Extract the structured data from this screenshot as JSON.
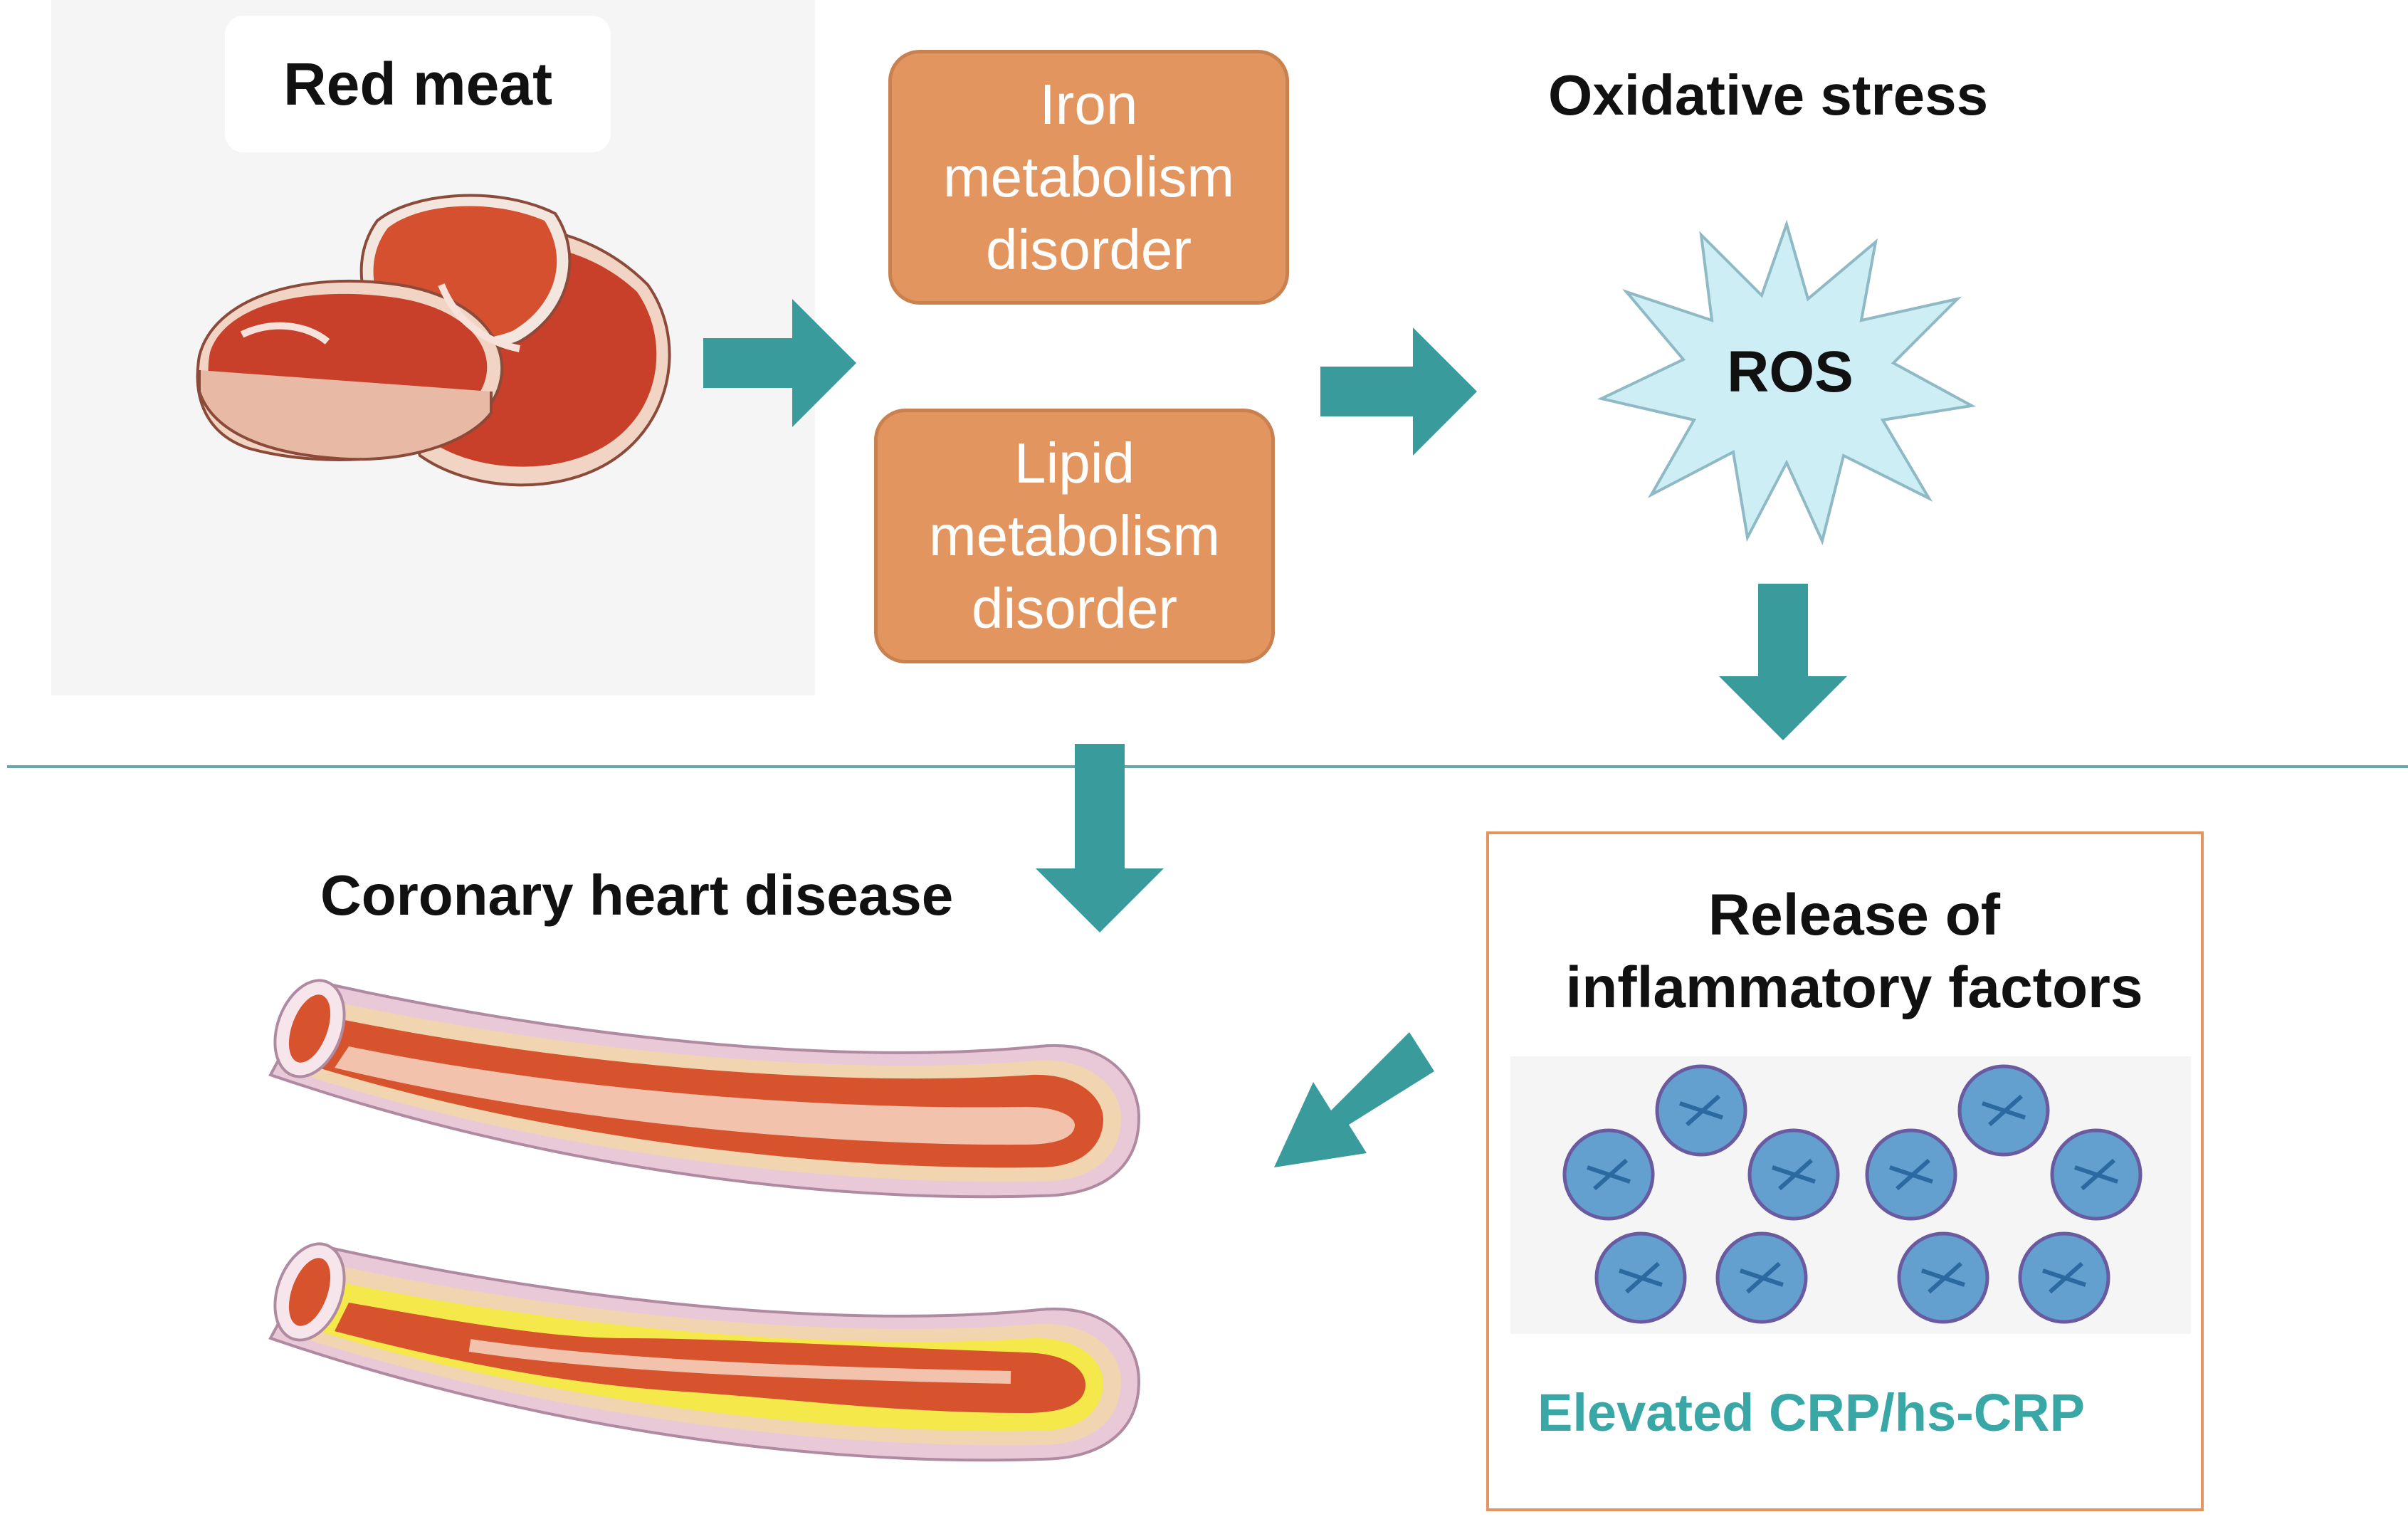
{
  "labels": {
    "red_meat": "Red meat",
    "iron_box": "Iron\nmetabolism\ndisorder",
    "lipid_box": "Lipid\nmetabolism\ndisorder",
    "oxidative_stress": "Oxidative stress",
    "ros": "ROS",
    "coronary_heart_disease": "Coronary heart disease",
    "release": "Release of\ninflammatory factors",
    "crp": "Elevated CRP/hs-CRP"
  },
  "colors": {
    "arrow": "#3a9b9d",
    "box_orange": "#e3955f",
    "ros_fill": "#cdeef4",
    "crp_text": "#3aa7a7",
    "meat_red": "#c8402a",
    "plaque_yellow": "#f5e84a",
    "protein_blue": "#4a90c8"
  },
  "icons": {
    "meat": "red-meat-steak-illustration",
    "artery_healthy": "healthy-artery-illustration",
    "artery_plaque": "plaque-artery-illustration",
    "protein": "crp-pentamer-protein-illustration"
  }
}
